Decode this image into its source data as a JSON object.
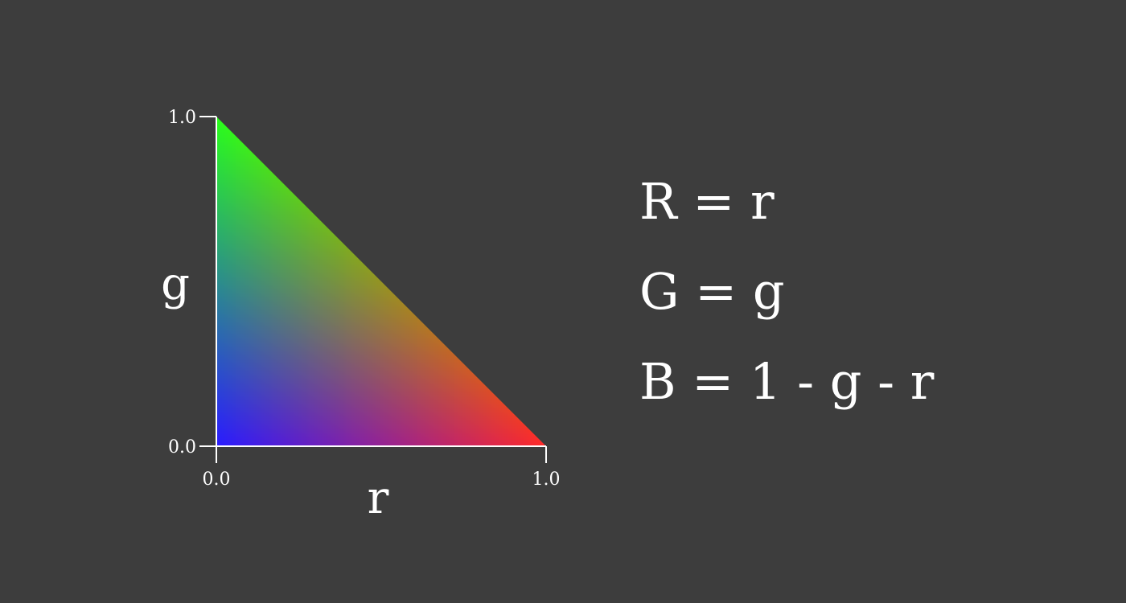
{
  "diagram": {
    "axes": {
      "x": {
        "label": "r",
        "min_label": "0.0",
        "max_label": "1.0"
      },
      "y": {
        "label": "g",
        "min_label": "0.0",
        "max_label": "1.0"
      }
    },
    "corner_colors": {
      "origin": "#2a1cff",
      "r_max": "#ff2a2a",
      "g_max": "#2aff1c"
    },
    "axis_color": "#ffffff",
    "background": "#3d3d3d"
  },
  "formulas": [
    "R = r",
    "G = g",
    "B = 1 - g - r"
  ]
}
